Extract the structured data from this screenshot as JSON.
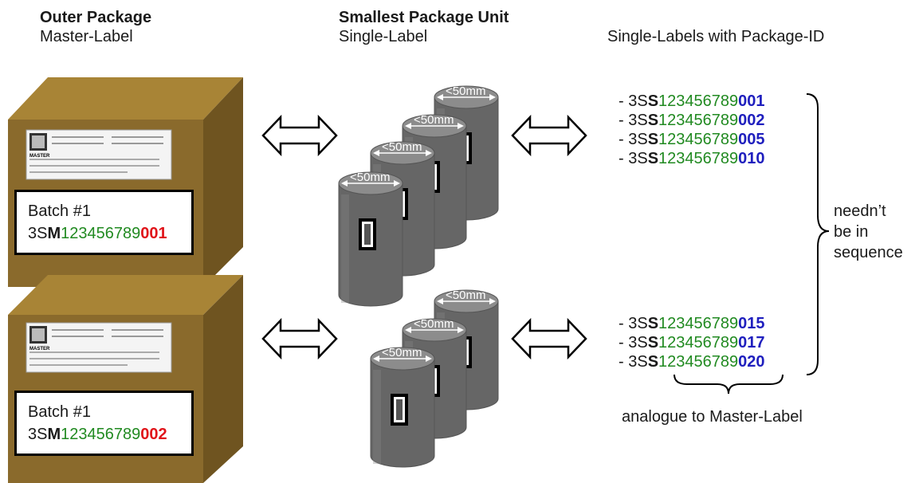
{
  "headers": {
    "outer_title": "Outer Package",
    "outer_sub": "Master-Label",
    "smallest_title": "Smallest Package Unit",
    "smallest_sub": "Single-Label",
    "single_with_id": "Single-Labels with Package-ID"
  },
  "master_labels": [
    {
      "batch": "Batch #1",
      "prefix": "3S",
      "type_letter": "M",
      "serial": "123456789",
      "suffix": "001"
    },
    {
      "batch": "Batch #1",
      "prefix": "3S",
      "type_letter": "M",
      "serial": "123456789",
      "suffix": "002"
    }
  ],
  "label_thumb_text": "MASTER",
  "cylinder_label": "<50mm",
  "single_labels_group1": [
    {
      "dash": "- ",
      "prefix": "3S",
      "type_letter": "S",
      "serial": "123456789",
      "suffix": "001"
    },
    {
      "dash": "- ",
      "prefix": "3S",
      "type_letter": "S",
      "serial": "123456789",
      "suffix": "002"
    },
    {
      "dash": "- ",
      "prefix": "3S",
      "type_letter": "S",
      "serial": "123456789",
      "suffix": "005"
    },
    {
      "dash": "- ",
      "prefix": "3S",
      "type_letter": "S",
      "serial": "123456789",
      "suffix": "010"
    }
  ],
  "single_labels_group2": [
    {
      "dash": "- ",
      "prefix": "3S",
      "type_letter": "S",
      "serial": "123456789",
      "suffix": "015"
    },
    {
      "dash": "- ",
      "prefix": "3S",
      "type_letter": "S",
      "serial": "123456789",
      "suffix": "017"
    },
    {
      "dash": "- ",
      "prefix": "3S",
      "type_letter": "S",
      "serial": "123456789",
      "suffix": "020"
    }
  ],
  "brace_note": [
    "needn’t",
    "be in",
    "sequence"
  ],
  "bottom_note": "analogue to Master-Label",
  "colors": {
    "box_front": "#8a6a2c",
    "box_top": "#a88436",
    "box_side": "#6f5420",
    "cylinder": "#6e6e6e",
    "serial_green": "#218a21",
    "suffix_red": "#e0141a",
    "suffix_blue": "#1f1fbe"
  }
}
